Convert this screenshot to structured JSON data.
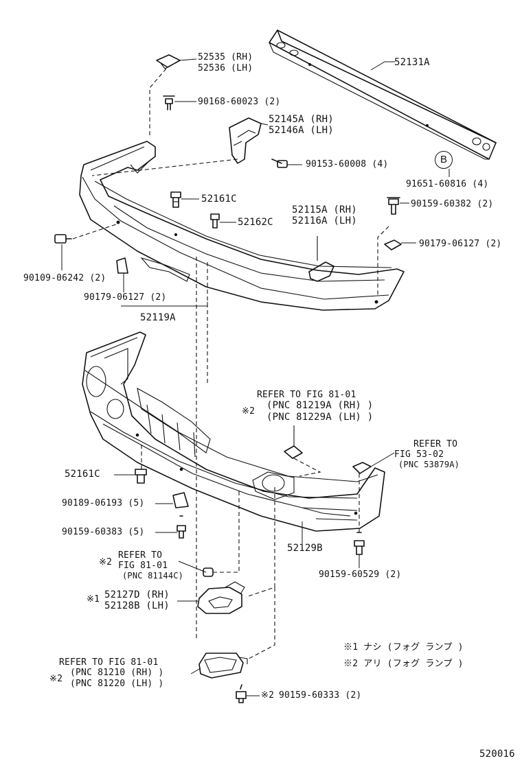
{
  "labels": {
    "p52535": "52535 (RH)",
    "p52536": "52536 (LH)",
    "p52131a": "52131A",
    "p90168": "90168-60023 (2)",
    "p52145a": "52145A (RH)",
    "p52146a": "52146A (LH)",
    "p90153": "90153-60008 (4)",
    "b_mark": "B",
    "p91651": "91651-60816 (4)",
    "p52161c_top": "52161C",
    "p52162c": "52162C",
    "p52115a": "52115A (RH)",
    "p52116a": "52116A (LH)",
    "p90159_382": "90159-60382 (2)",
    "p90179_right": "90179-06127 (2)",
    "p90109": "90109-06242 (2)",
    "p90179_left": "90179-06127 (2)",
    "p52119a": "52119A",
    "ref_fig81_1": "REFER TO FIG 81-01",
    "mark2_a": "※2",
    "pnc81219": "(PNC 81219A (RH) )",
    "pnc81229": "(PNC 81229A (LH) )",
    "ref_to_1": "REFER TO",
    "fig53": "FIG 53-02",
    "pnc53879": "(PNC 53879A)",
    "p52161c_low": "52161C",
    "p90189": "90189-06193 (5)",
    "p90159_383": "90159-60383 (5)",
    "p52129b": "52129B",
    "mark2_b": "※2",
    "ref_to_2": "REFER TO",
    "fig81_2": "FIG 81-01",
    "pnc81144": "(PNC 81144C)",
    "p90159_529": "90159-60529 (2)",
    "mark1": "※1",
    "p52127d": "52127D (RH)",
    "p52128b": "52128B (LH)",
    "note1": "※1 ナシ (フォグ ランプ )",
    "note2": "※2 アリ (フォグ ランプ )",
    "ref_fig81_3": "REFER TO FIG 81-01",
    "mark2_c": "※2",
    "pnc81210": "(PNC 81210 (RH) )",
    "pnc81220": "(PNC 81220 (LH) )",
    "mark2_d": "※2",
    "p90159_333": "90159-60333 (2)",
    "diagram_id": "520016"
  }
}
